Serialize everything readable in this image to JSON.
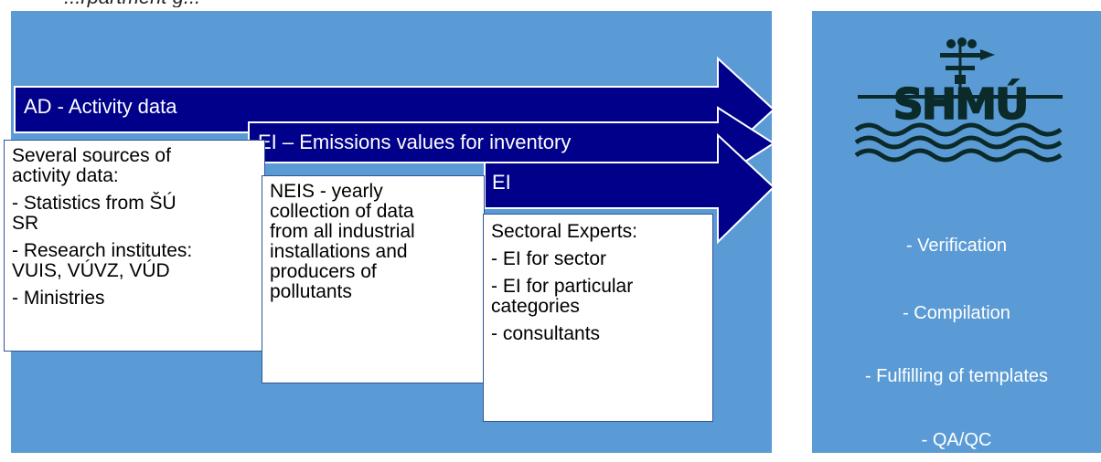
{
  "header": {
    "partial_title": "...rpartment g..."
  },
  "arrows": [
    {
      "label": "AD - Activity data"
    },
    {
      "label": "EI – Emissions values for inventory"
    },
    {
      "label": "EI"
    }
  ],
  "boxes": {
    "activity": {
      "lines": [
        "Several sources of",
        "activity data:",
        "- Statistics from ŠÚ",
        "SR",
        "- Research institutes:",
        "VUIS, VÚVZ, VÚD",
        "- Ministries"
      ]
    },
    "neis": {
      "lines": [
        "NEIS - yearly",
        "collection of data",
        "from all industrial",
        "installations and",
        "producers of",
        "pollutants"
      ]
    },
    "experts": {
      "lines": [
        "Sectoral Experts:",
        "- EI for sector",
        "- EI for particular",
        "categories",
        "- consultants"
      ]
    }
  },
  "right_panel": {
    "logo_text": "SHMÚ",
    "items": [
      "- Verification",
      "- Compilation",
      "- Fulfilling of templates",
      "- QA/QC"
    ]
  },
  "colors": {
    "panel": "#5b9bd5",
    "arrow_fill": "#00008b",
    "arrow_stroke": "#ffffff",
    "box_border": "#2f5496"
  }
}
